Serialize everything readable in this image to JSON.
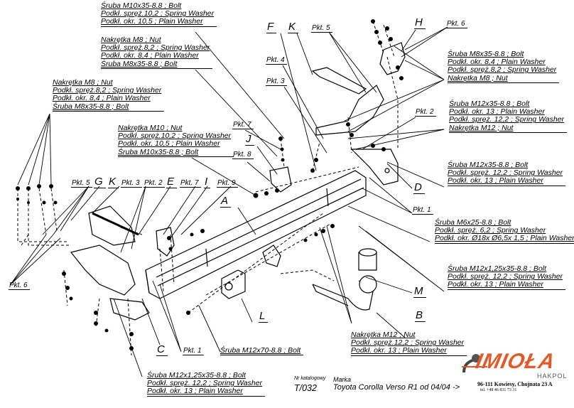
{
  "notes": {
    "top_left_1": [
      "Śruba M10x35-8.8 ;  Bolt",
      "Podkł. spręż.10,2 ; Spring Washer",
      "Podkł. okr. 10,5 ; Plain Washer"
    ],
    "top_left_2": [
      "Nakrętka  M8 ; Nut",
      "Podkł. spręż.8,2 ; Spring Washer",
      "Podkł. okr. 8,4 ; Plain Washer",
      "Śruba M8x35-8.8 ;  Bolt"
    ],
    "left": [
      "Nakrętka  M8 ; Nut",
      "Podkł. spręż.8,2 ; Spring Washer",
      "Podkł. okr. 8,4 ; Plain Washer",
      "Śruba M8x35-8.8 ;  Bolt"
    ],
    "mid_left": [
      "Nakrętka  M10 ; Nut",
      "Podkł. spręż.10,2 ; Spring Washer",
      "Podkł. okr. 10,5 ; Plain Washer",
      "Śruba M10x35-8.8 ;  Bolt"
    ],
    "right_1": [
      "Śruba M8x35-8.8 ;  Bolt",
      "Podkł. okr. 8,4 ; Plain Washer",
      "Podkł. spręż.8,2 ; Spring Washer",
      "Nakrętka  M8 ; Nut"
    ],
    "right_2": [
      "Śruba M12x35-8.8 ;  Bolt",
      "Podkł. okr. 13 ; Plain Washer",
      "Podkł. spręż. 12,2 ; Spring Washer",
      "Nakrętka  M12 ; Nut"
    ],
    "right_3": [
      "Śruba M12x35-8.8 ;  Bolt",
      "Podkł. spręż. 12,2 ; Spring Washer",
      "Podkł. okr. 13 ; Plain Washer"
    ],
    "right_4": [
      "Śruba M6x25-8.8 ;  Bolt",
      "Podkł. spręż. 6,2 ; Spring Washer",
      "Podkł. okr.  Ø18x Ø6,5x 1,5 ; Plain Washer"
    ],
    "right_5": [
      "Śruba M12x1,25x35-8.8 ;  Bolt",
      "Podkł. spręż.  12,2 ; Spring Washer",
      "Podkł. okr. 13 ; Plain Washer"
    ],
    "bottom_mid": [
      "Nakrętka  M12 ; Nut",
      "Podkł. spręż.12,2 ; Spring Washer",
      "Podkł. okr. 13 ; Plain Washer"
    ],
    "bottom_left": [
      "Śruba M12x1,25x35-8.8 ;  Bolt",
      "Podkł. spręż.  12,2 ; Spring Washer",
      "Podkł. okr. 13 ; Plain Washer"
    ],
    "bolt_m12x70": [
      "Śruba M12x70-8.8 ;  Bolt"
    ]
  },
  "labels": {
    "A": "A",
    "B": "B",
    "C": "C",
    "D": "D",
    "E": "E",
    "F": "F",
    "G": "G",
    "H": "H",
    "I": "I",
    "J": "J",
    "K_top": "K",
    "K_left": "K",
    "L": "L",
    "M": "M"
  },
  "points": {
    "pkt5_top": "Pkt. 5",
    "pkt6_top": "Pkt. 6",
    "pkt4": "Pkt. 4",
    "pkt3_top": "Pkt. 3",
    "pkt2_right": "Pkt. 2",
    "pkt7_top": "Pkt. 7",
    "pkt8": "Pkt. 8",
    "pkt1_right": "Pkt. 1",
    "pkt5_left": "Pkt. 5",
    "pkt3_left": "Pkt. 3",
    "pkt2_left": "Pkt. 2",
    "pkt7_left": "Pkt. 7",
    "pkt9": "Pkt. 9",
    "pkt6_left": "Pkt. 6",
    "pkt1_bottom": "Pkt. 1"
  },
  "catalog": {
    "number_caption": "Nr katalogowy",
    "number": "T/032",
    "make_caption": "Marka",
    "make": "Toyota Corolla Verso R1   od  04/04 ->"
  },
  "brand": {
    "name": "IMIOŁA",
    "sub": "HAKPOL",
    "address": "96-111 Kowiesy, Chojnata 23 A",
    "phone": "tel. +48 46 831 73 31",
    "accent_color": "#e05a2a"
  }
}
